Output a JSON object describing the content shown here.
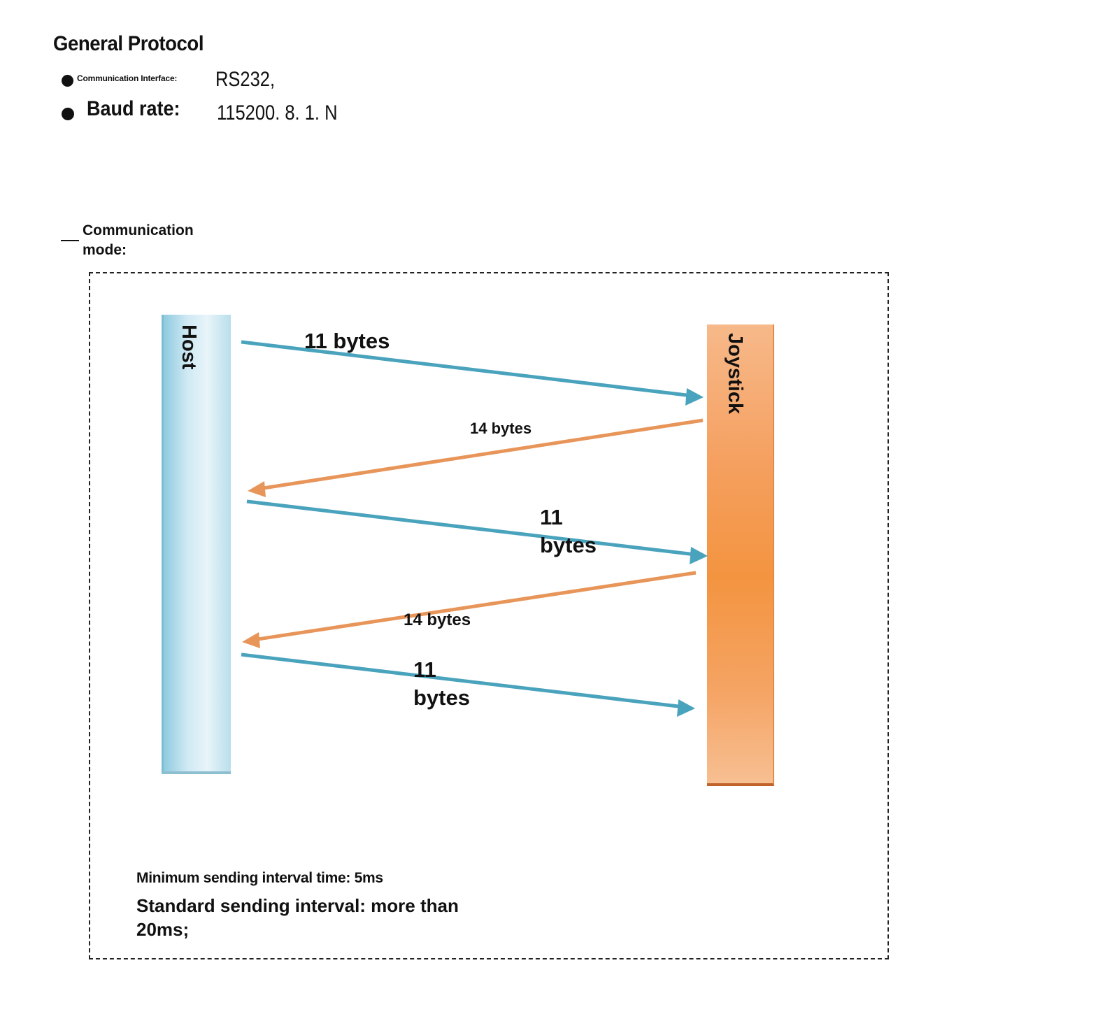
{
  "header": {
    "title": "General Protocol",
    "interface_label": "Communication Interface:",
    "interface_value": "RS232,",
    "baud_label": "Baud rate:",
    "baud_value": "115200. 8. 1. N"
  },
  "mode": {
    "label": "Communication mode:"
  },
  "diagram": {
    "host_label": "Host",
    "joystick_label": "Joystick",
    "messages": [
      {
        "label": "11 bytes",
        "direction": "host-to-joystick",
        "color": "#4aa3bd"
      },
      {
        "label": "14 bytes",
        "direction": "joystick-to-host",
        "color": "#e8955a"
      },
      {
        "label": "11 bytes",
        "direction": "host-to-joystick",
        "color": "#4aa3bd"
      },
      {
        "label": "14 bytes",
        "direction": "joystick-to-host",
        "color": "#e8955a"
      },
      {
        "label": "11 bytes",
        "direction": "host-to-joystick",
        "color": "#4aa3bd"
      }
    ],
    "colors": {
      "host": "#a9d8e8",
      "joystick": "#f5a060",
      "frame_border": "#222222"
    }
  },
  "notes": {
    "min_interval": "Minimum sending interval time: 5ms",
    "std_interval": "Standard sending interval: more than 20ms;"
  }
}
